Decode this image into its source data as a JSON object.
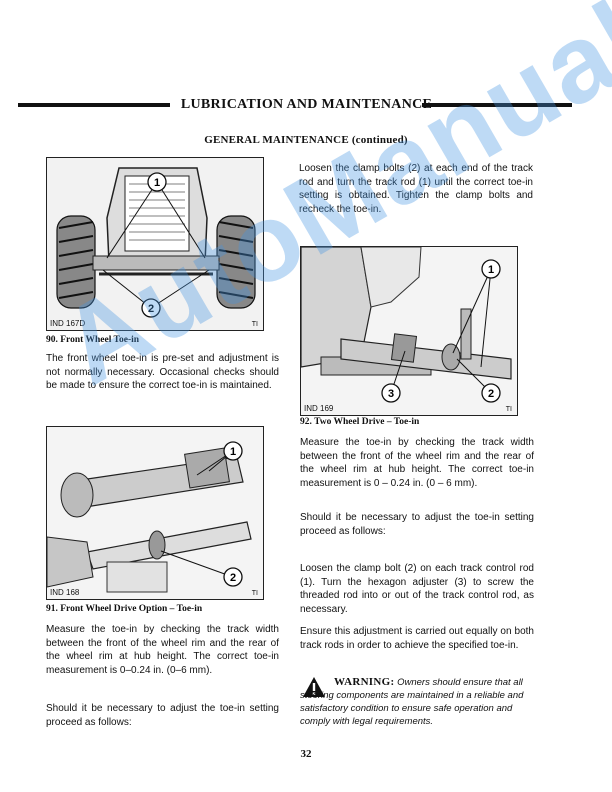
{
  "header": {
    "title": "LUBRICATION AND MAINTENANCE"
  },
  "section_title": "GENERAL MAINTENANCE (continued)",
  "figures": {
    "fig90": {
      "id": "IND 167D",
      "tag": "TI",
      "caption": "90.  Front Wheel Toe-in",
      "callouts": [
        "1",
        "2"
      ]
    },
    "fig91": {
      "id": "IND 168",
      "tag": "TI",
      "caption": "91.  Front Wheel Drive Option – Toe-in",
      "callouts": [
        "1",
        "2"
      ]
    },
    "fig92": {
      "id": "IND 169",
      "tag": "TI",
      "caption": "92.  Two Wheel Drive – Toe-in",
      "callouts": [
        "1",
        "2",
        "3"
      ]
    }
  },
  "left_column": {
    "p1": "The front wheel toe-in is pre-set and adjustment is not normally necessary. Occasional checks should be made to ensure the correct toe-in is maintained.",
    "p2": "Measure the toe-in by checking the track width between the front of the wheel rim and the rear of the wheel rim at hub height. The correct toe-in measurement is 0–0.24 in. (0–6 mm).",
    "p3": "Should it be necessary to adjust the toe-in setting proceed as follows:"
  },
  "right_column": {
    "p1": "Loosen the clamp bolts (2) at each end of the track rod and turn the track rod (1) until the correct toe-in setting is obtained. Tighten the clamp bolts and recheck the toe-in.",
    "p2": "Measure the toe-in by checking the track width between the front of the wheel rim and the rear of the wheel rim at hub height. The correct toe-in measurement is 0 – 0.24 in. (0 – 6 mm).",
    "p3": "Should it be necessary to adjust the toe-in setting proceed as follows:",
    "p4": "Loosen the clamp bolt (2) on each track control rod (1). Turn the hexagon adjuster (3) to screw the threaded rod into or out of the track control rod, as necessary.",
    "p5": "Ensure this adjustment is carried out equally on both track rods in order to achieve the specified toe-in."
  },
  "warning": {
    "label": "WARNING:",
    "text": "Owners should ensure that all steering components are maintained in a reliable and satisfactory condition to ensure safe operation and comply with legal requirements."
  },
  "page_number": "32",
  "watermark": "AutoManual"
}
